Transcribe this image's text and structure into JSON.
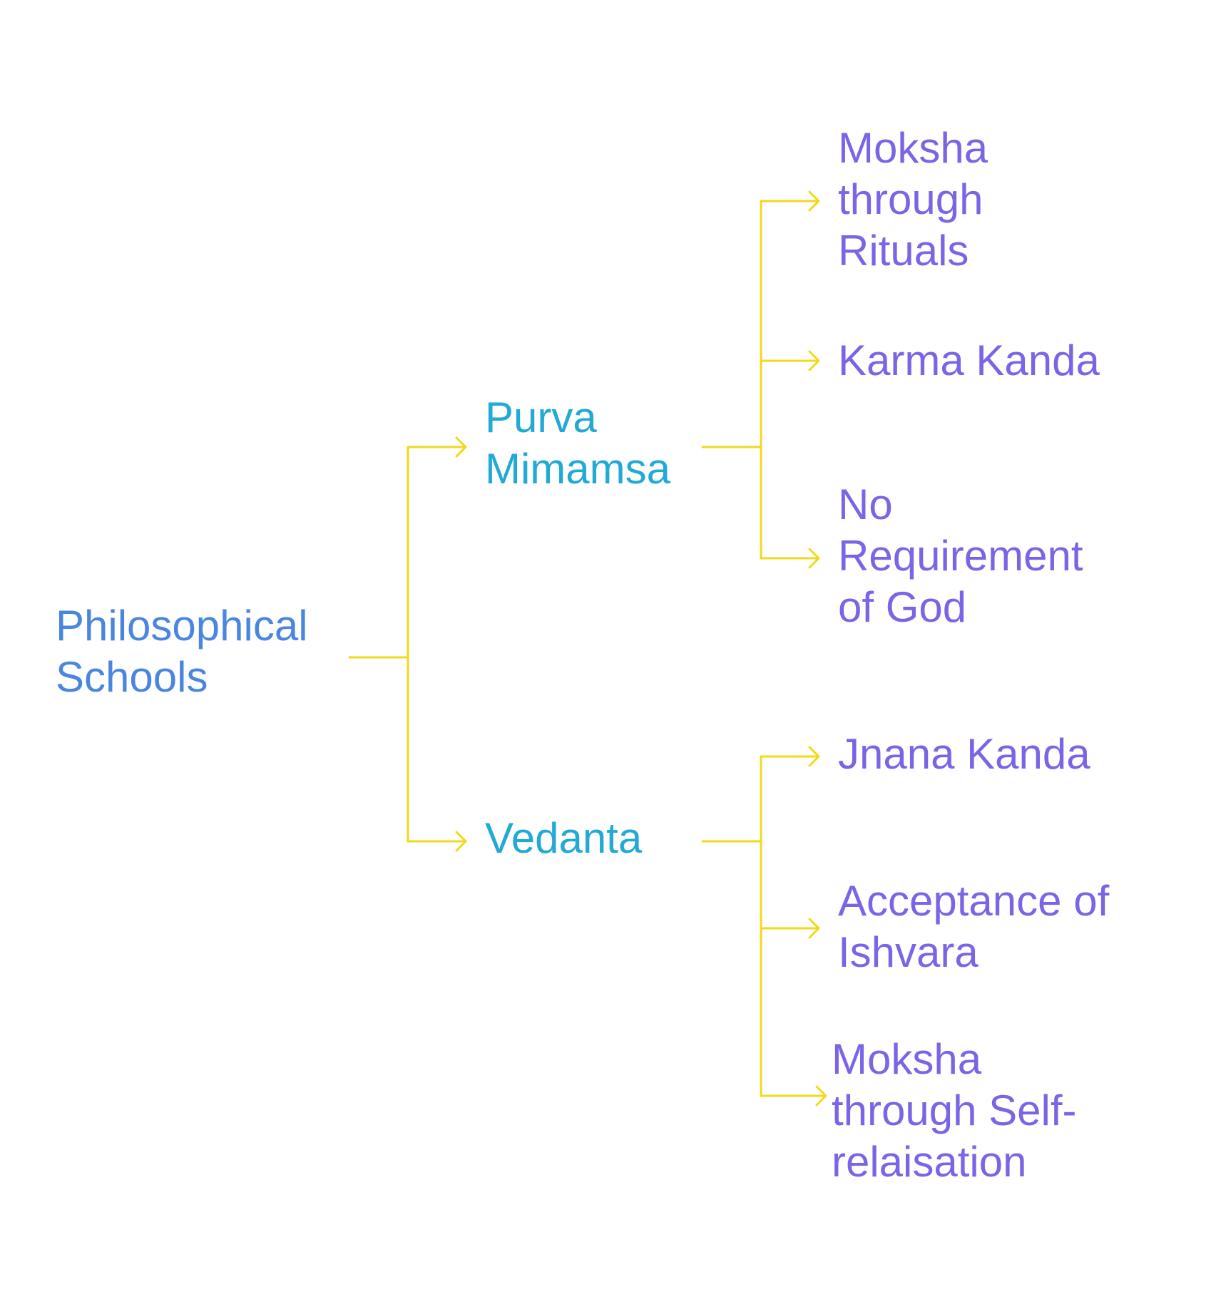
{
  "diagram": {
    "root": "Philosophical Schools",
    "branches": [
      {
        "label": "Purva Mimamsa",
        "children": [
          "Moksha through Rituals",
          "Karma Kanda",
          "No Requirement of God"
        ]
      },
      {
        "label": "Vedanta",
        "children": [
          "Jnana Kanda",
          "Acceptance of Ishvara",
          "Moksha through Self-relaisation"
        ]
      }
    ],
    "colors": {
      "root_text": "#4a86e0",
      "branch_text": "#22a9d6",
      "leaf_text": "#7b64e6",
      "connector": "#f2d91c",
      "background": "#ffffff"
    }
  }
}
